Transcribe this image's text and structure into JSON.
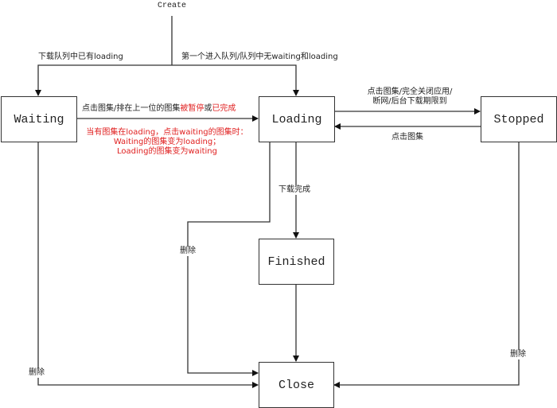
{
  "states": {
    "waiting": "Waiting",
    "loading": "Loading",
    "stopped": "Stopped",
    "finished": "Finished",
    "close": "Close"
  },
  "start_label": "Create",
  "transitions": {
    "create_to_waiting": "下载队列中已有loading",
    "create_to_loading": "第一个进入队列/队列中无waiting和loading",
    "waiting_to_loading": {
      "part1": "点击图集/排在上一位的图集",
      "part2": "被暂停",
      "part3": "或",
      "part4": "已完成"
    },
    "swap_note": [
      "当有图集在loading，点击waiting的图集时：",
      "Waiting的图集变为loading；",
      "Loading的图集变为waiting"
    ],
    "loading_to_stopped": [
      "点击图集/完全关闭应用/",
      "断网/后台下载期限到"
    ],
    "stopped_to_loading": "点击图集",
    "loading_to_finished": "下载完成",
    "loading_to_close": "删除",
    "waiting_to_close": "删除",
    "stopped_to_close": "删除"
  },
  "colors": {
    "line": "#333333",
    "highlight": "#e02020"
  }
}
